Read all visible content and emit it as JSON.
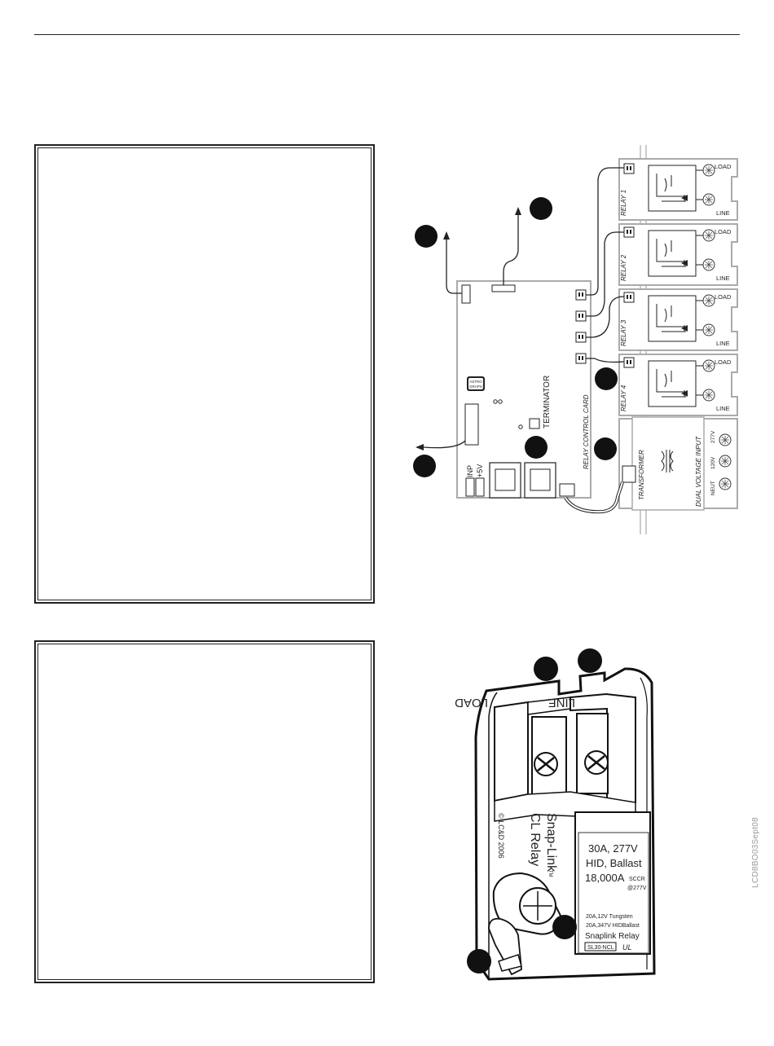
{
  "diagram_top": {
    "relays": [
      {
        "name": "RELAY 1",
        "load": "LOAD",
        "line": "LINE"
      },
      {
        "name": "RELAY 2",
        "load": "LOAD",
        "line": "LINE"
      },
      {
        "name": "RELAY 3",
        "load": "LOAD",
        "line": "LINE"
      },
      {
        "name": "RELAY 4",
        "load": "LOAD",
        "line": "LINE"
      }
    ],
    "card_label": "RELAY CONTROL CARD",
    "terminator_label": "TERMINATOR",
    "astro_badge": [
      "ASTRO",
      "GRAPH"
    ],
    "inp_label": "INP",
    "v5_label": "+5V",
    "transformer_label": "TRANSFORMER",
    "dual_voltage_label": "DUAL VOLTAGE INPUT",
    "v277": "277V",
    "v120": "120V",
    "neut": "NEUT"
  },
  "diagram_bottom": {
    "load": "LOAD",
    "line": "LINE",
    "brand_line1": "Snap-Link",
    "brand_line2": "CL Relay",
    "brand_tm": "TM",
    "copyright": "© LC&D 2006",
    "label_lines": [
      "30A, 277V",
      "HID, Ballast",
      "18,000A"
    ],
    "sccr": "SCCR",
    "at277": "@277V",
    "small_lines": [
      "20A,12V Tungsten",
      "20A,347V HIDBallast"
    ],
    "snaplink": "Snaplink Relay",
    "model": "SL30-NCL",
    "ul_mark": "UL"
  },
  "side_code": "LCD8BO03Sept08"
}
